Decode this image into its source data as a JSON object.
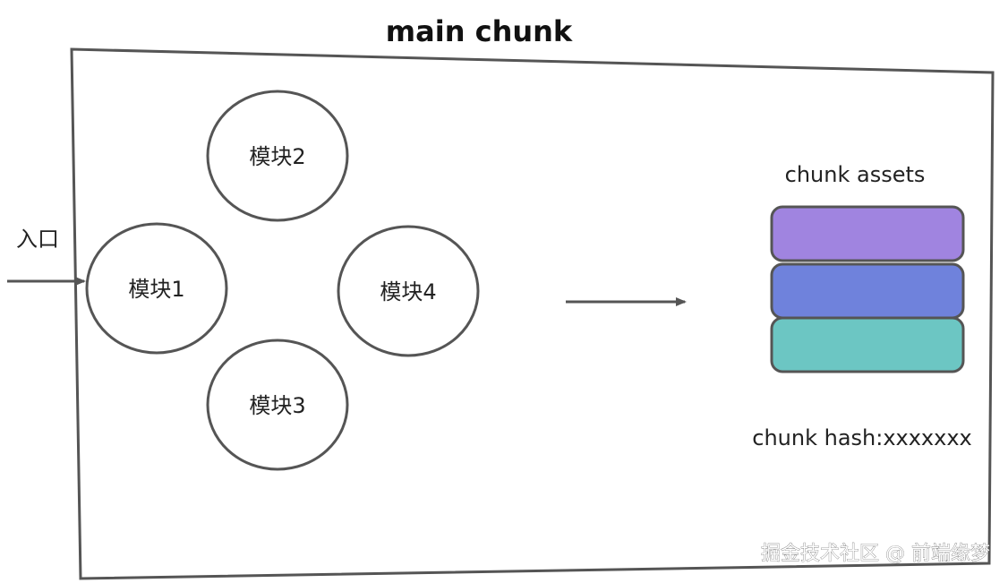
{
  "title": "main chunk",
  "entry_label": "入口",
  "modules": [
    {
      "label": "模块1"
    },
    {
      "label": "模块2"
    },
    {
      "label": "模块3"
    },
    {
      "label": "模块4"
    }
  ],
  "assets": {
    "title": "chunk assets",
    "colors": [
      "#a084e0",
      "#6f82dc",
      "#6cc6c3"
    ],
    "hash_label": "chunk hash:xxxxxxx"
  },
  "watermark": "掘金技术社区 @ 前端缘梦"
}
